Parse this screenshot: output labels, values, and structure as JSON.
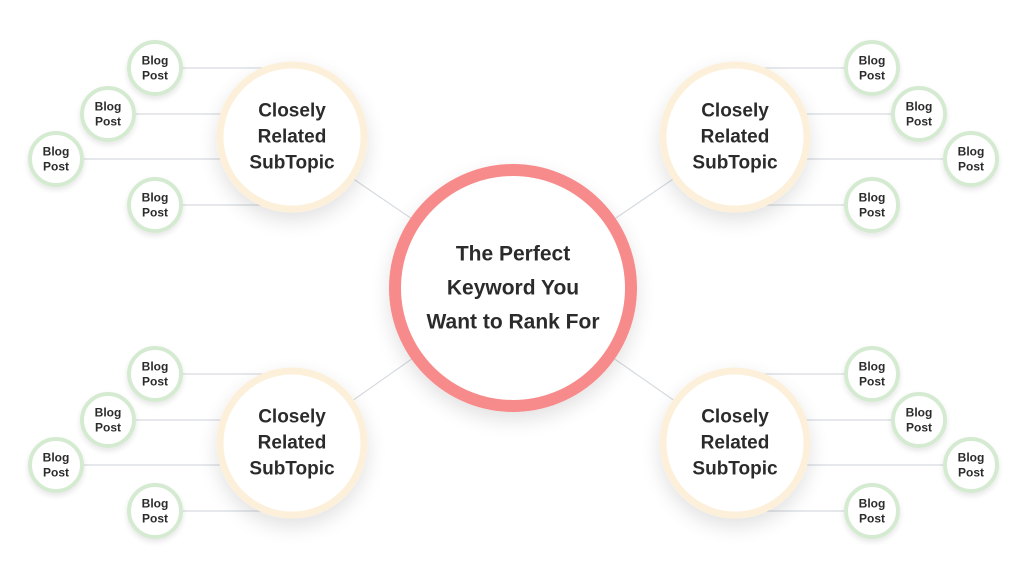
{
  "center": {
    "lines": [
      "The Perfect",
      "Keyword You",
      "Want to Rank For"
    ]
  },
  "subtopic": {
    "lines": [
      "Closely",
      "Related",
      "SubTopic"
    ]
  },
  "blog_post": {
    "lines": [
      "Blog",
      "Post"
    ]
  },
  "colors": {
    "center_ring": "#f78b8b",
    "subtopic_ring": "#fdf0da",
    "blog_ring": "#d5ebd1",
    "connector": "#d6dbe0",
    "text": "#2b2b2b"
  }
}
